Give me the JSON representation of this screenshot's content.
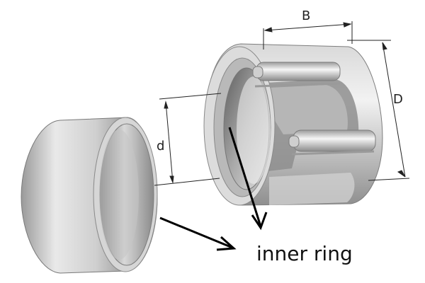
{
  "labels": {
    "width_dim": "B",
    "outer_diameter_dim": "D",
    "inner_diameter_dim": "d",
    "callout": "inner ring"
  },
  "colors": {
    "steel_light": "#eeeeee",
    "steel_mid": "#b5b5b5",
    "steel_dark": "#707070",
    "line": "#000000"
  }
}
